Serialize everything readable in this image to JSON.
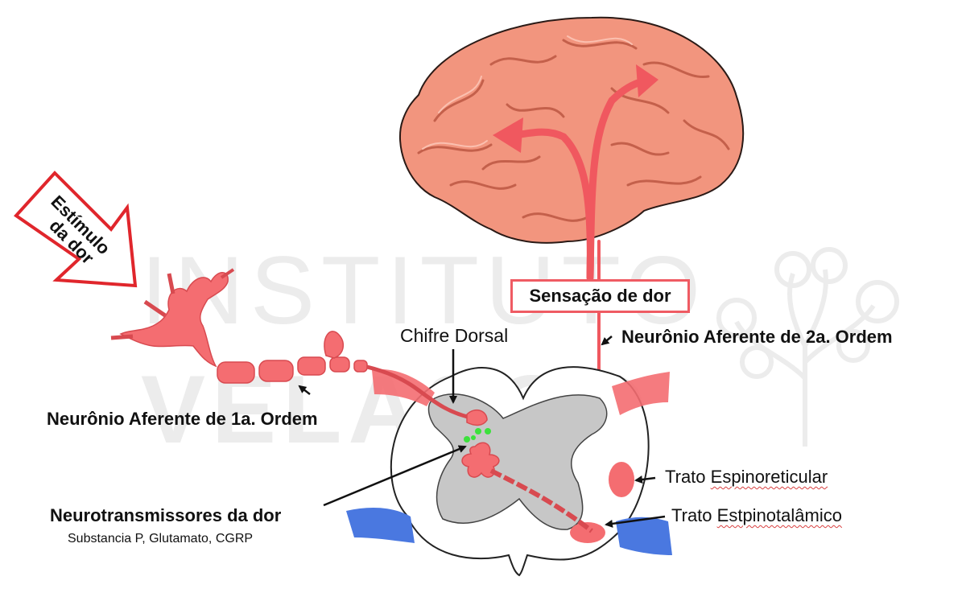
{
  "watermark": {
    "line1": "INSTITUTO",
    "line2": "VELASCO"
  },
  "stimulus": {
    "line1": "Estímulo",
    "line2": "da dor"
  },
  "labels": {
    "chifre_dorsal": "Chifre Dorsal",
    "sensacao": "Sensação de dor",
    "neuronio_2a": "Neurônio Aferente de 2a. Ordem",
    "neuronio_1a": "Neurônio Aferente de 1a. Ordem",
    "neurotransmissores": "Neurotransmissores da dor",
    "substancias": "Substancia P, Glutamato, CGRP",
    "trato_espinoreticular": "Trato Espinoreticular",
    "trato_espinotalamico": "Trato Estpinotalâmico"
  },
  "colors": {
    "brain": "#f2957e",
    "brain_dark": "#c4604b",
    "neuron": "#f46d71",
    "pathway": "#f0585f",
    "gray_matter": "#c7c7c7",
    "ventral_root": "#4a78e0",
    "neurotransmitter": "#3ce13c",
    "stimulus_arrow": "#e0262c"
  },
  "icons": {
    "watermark_logo": "tree-logo-icon"
  }
}
